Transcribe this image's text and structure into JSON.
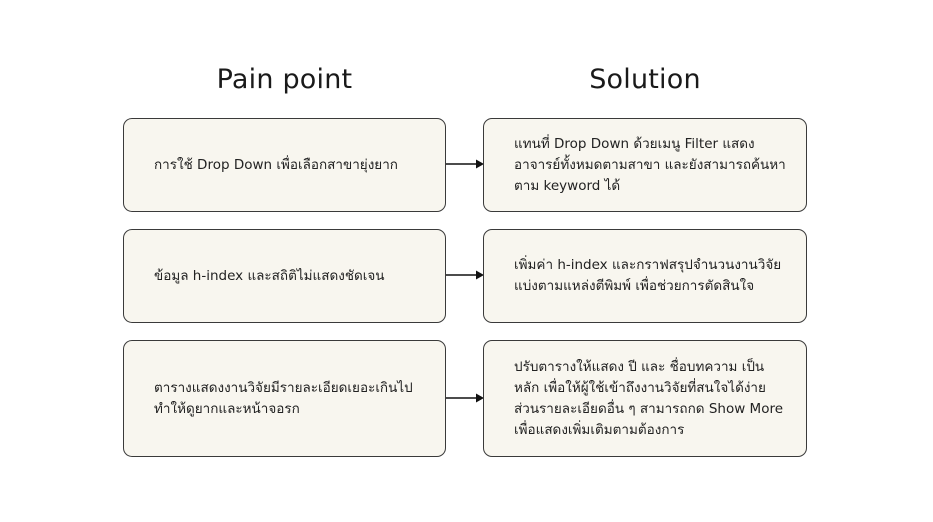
{
  "headings": {
    "pain_point": "Pain point",
    "solution": "Solution"
  },
  "rows": [
    {
      "pain": "การใช้ Drop Down เพื่อเลือกสาขายุ่งยาก",
      "solution": "แทนที่ Drop Down ด้วยเมนู Filter แสดงอาจารย์ทั้งหมดตามสาขา และยังสามารถค้นหาตาม keyword ได้"
    },
    {
      "pain": "ข้อมูล h-index และสถิติไม่แสดงชัดเจน",
      "solution": "เพิ่มค่า h-index และกราฟสรุปจำนวนงานวิจัยแบ่งตามแหล่งตีพิมพ์ เพื่อช่วยการตัดสินใจ"
    },
    {
      "pain": "ตารางแสดงงานวิจัยมีรายละเอียดเยอะเกินไปทำให้ดูยากและหน้าจอรก",
      "solution": "ปรับตารางให้แสดง ปี และ ชื่อบทความ เป็นหลัก เพื่อให้ผู้ใช้เข้าถึงงานวิจัยที่สนใจได้ง่าย ส่วนรายละเอียดอื่น ๆ สามารถกด Show More เพื่อแสดงเพิ่มเติมตามต้องการ"
    }
  ],
  "colors": {
    "box_fill": "#f8f6ef",
    "box_border": "#3a3a3a",
    "arrow": "#111111"
  }
}
